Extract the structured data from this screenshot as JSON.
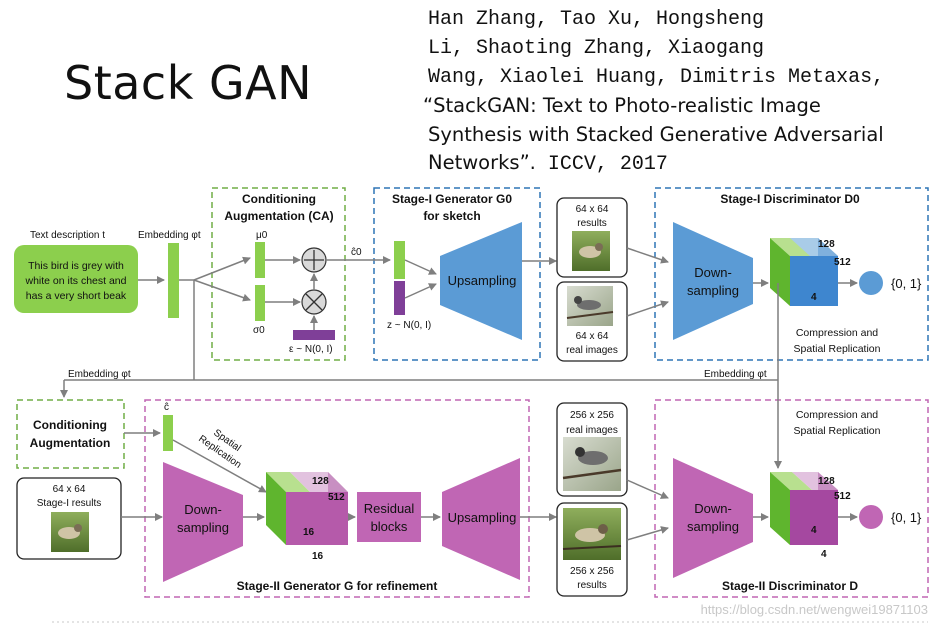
{
  "title": "Stack GAN",
  "citation": {
    "line1": "Han Zhang, Tao Xu, Hongsheng",
    "line2": "Li, Shaoting Zhang, Xiaogang",
    "line3": "Wang, Xiaolei Huang, Dimitris Metaxas,",
    "line4": "“StackGAN: Text to Photo-realistic Image",
    "line5": "Synthesis with Stacked Generative Adversarial",
    "line6_title": "Networks”.",
    "line6_venue": " ICCV, 2017"
  },
  "diagram": {
    "text_desc_label": "Text description t",
    "text_desc": [
      "This bird is grey with",
      "white on its chest and",
      "has a very short beak"
    ],
    "embedding_top": "Embedding φt",
    "ca_title": [
      "Conditioning",
      "Augmentation (CA)"
    ],
    "mu": "μ0",
    "sigma": "σ0",
    "epsilon": "ε ~ N(0, I)",
    "c0": "ĉ0",
    "gen1_title": [
      "Stage-I Generator G0",
      "for sketch"
    ],
    "upsampling": "Upsampling",
    "z": "z ~ N(0, I)",
    "res64": [
      "64 x 64",
      "results"
    ],
    "real64": [
      "64 x 64",
      "real images"
    ],
    "disc1_title": "Stage-I Discriminator D0",
    "downsampling": [
      "Down-",
      "sampling"
    ],
    "dim128": "128",
    "dim512": "512",
    "dim4": "4",
    "dim16": "16",
    "output": "{0, 1}",
    "compression": [
      "Compression and",
      "Spatial Replication"
    ],
    "embedding_left": "Embedding φt",
    "embedding_right": "Embedding φt",
    "ca2": [
      "Conditioning",
      "Augmentation"
    ],
    "c_hat": "ĉ",
    "spatial_replication": [
      "Spatial",
      "Replication"
    ],
    "stage1_results": [
      "64 x 64",
      "Stage-I results"
    ],
    "residual": [
      "Residual",
      "blocks"
    ],
    "real256": [
      "256 x 256",
      "real images"
    ],
    "res256": [
      "256 x 256",
      "results"
    ],
    "gen2_title": "Stage-II Generator G for refinement",
    "disc2_title": "Stage-II Discriminator D"
  },
  "colors": {
    "green": "#8ccf4d",
    "blue": "#5b9bd5",
    "purple": "#7f3f98",
    "pink": "#c066b4",
    "ca_border": "#70ad47",
    "stage1_border": "#2e75b6",
    "stage2_border": "#c066b4"
  },
  "watermark": "https://blog.csdn.net/wengwei19871103"
}
